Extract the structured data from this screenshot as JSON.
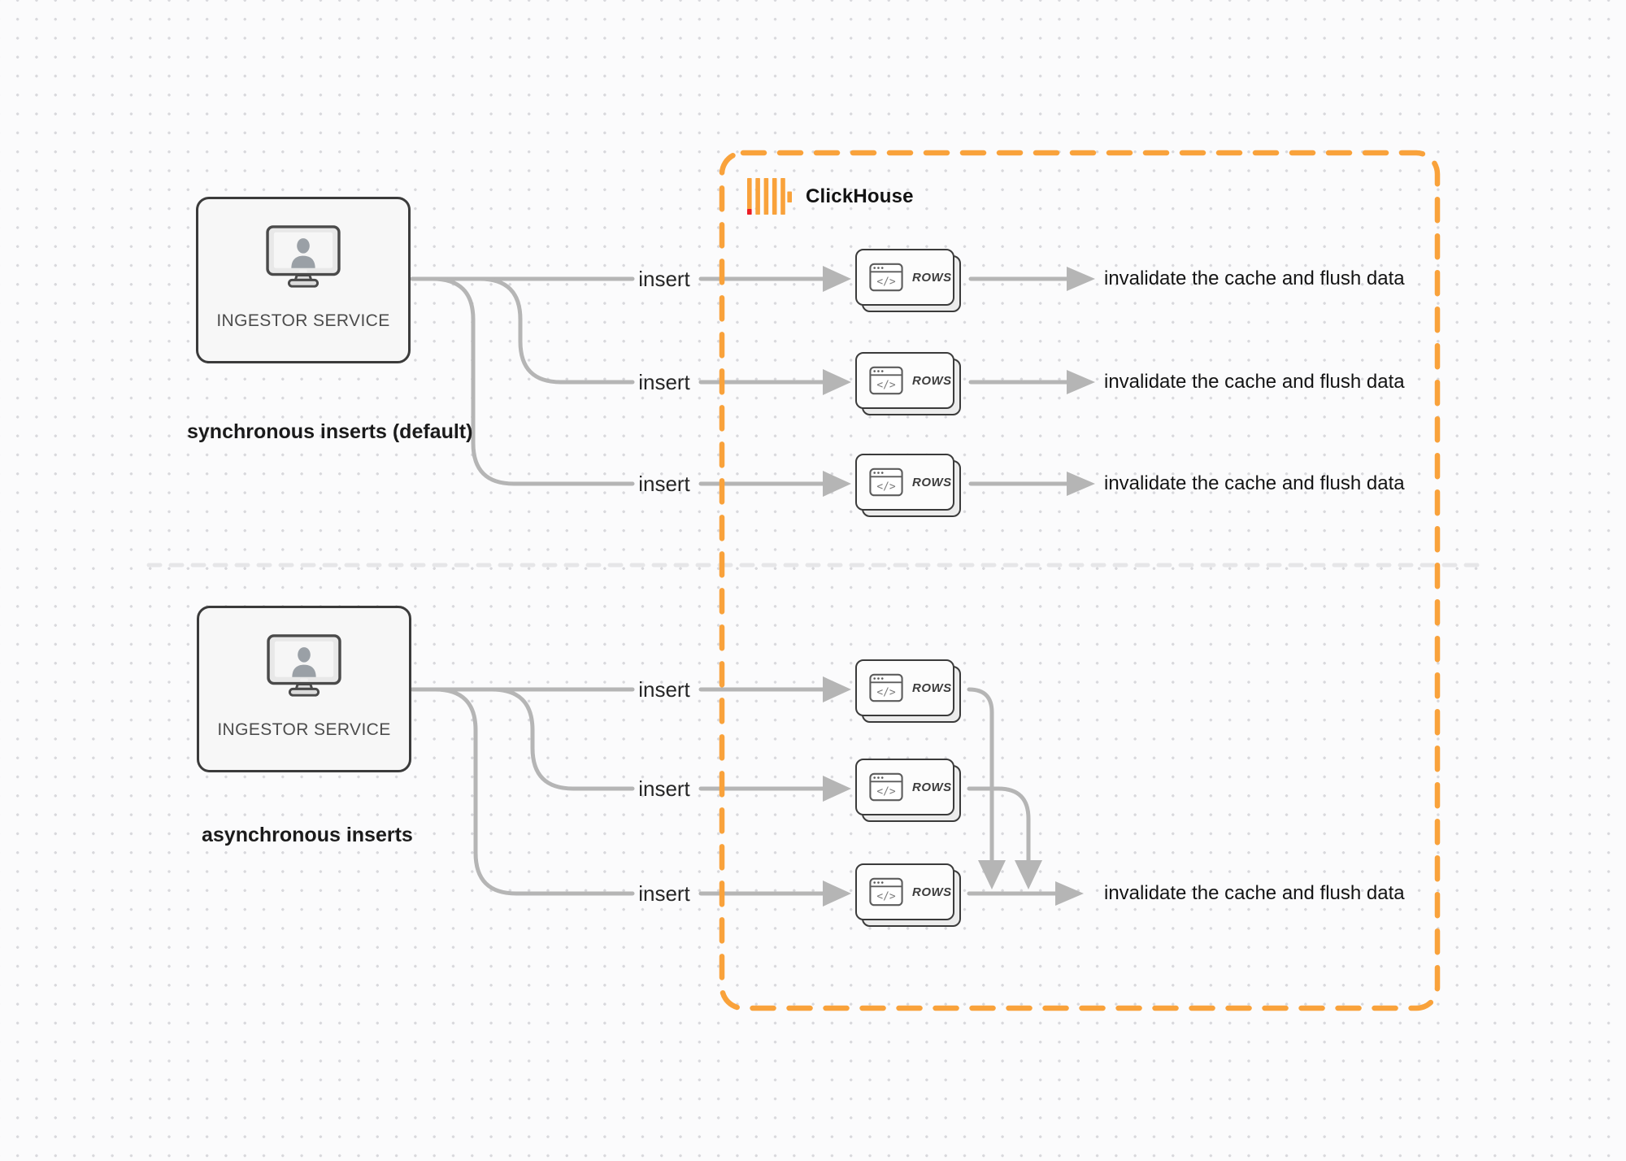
{
  "clickhouse": {
    "label": "ClickHouse"
  },
  "sync": {
    "service_label": "INGESTOR SERVICE",
    "caption": "synchronous inserts (default)",
    "rows": [
      {
        "insert": "insert",
        "card": "ROWS",
        "result": "invalidate the cache and flush data"
      },
      {
        "insert": "insert",
        "card": "ROWS",
        "result": "invalidate the cache and flush data"
      },
      {
        "insert": "insert",
        "card": "ROWS",
        "result": "invalidate the cache and flush data"
      }
    ]
  },
  "async": {
    "service_label": "INGESTOR SERVICE",
    "caption": "asynchronous inserts",
    "rows": [
      {
        "insert": "insert",
        "card": "ROWS"
      },
      {
        "insert": "insert",
        "card": "ROWS"
      },
      {
        "insert": "insert",
        "card": "ROWS"
      }
    ],
    "result": "invalidate the cache and flush data"
  },
  "icons": {
    "code_glyph": "</>"
  },
  "colors": {
    "accent_orange": "#F9A23B",
    "logo_red": "#EC1C24",
    "connector_gray": "#B5B5B5",
    "card_border": "#3B3B3B",
    "divider_gray": "#E6E6E8",
    "dot_grid": "#D8D8DC"
  }
}
